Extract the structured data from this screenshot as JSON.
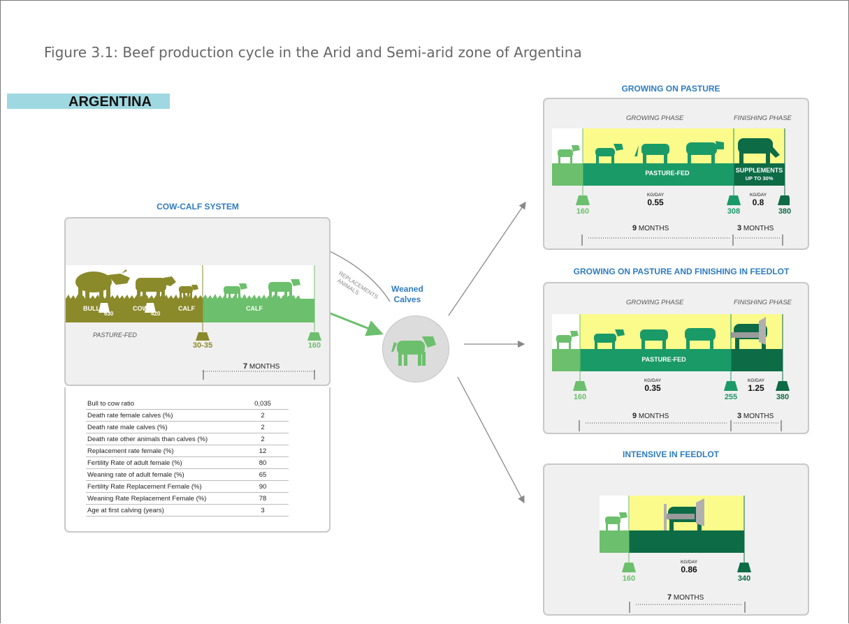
{
  "figure_title": "Figure 3.1: Beef production cycle in the Arid and Semi-arid zone of Argentina",
  "country": "ARGENTINA",
  "cow_calf": {
    "title": "COW-CALF SYSTEM",
    "bull_label": "BULL",
    "bull_weight": "630",
    "cow_label": "COW",
    "cow_weight": "420",
    "calf_label": "CALF",
    "calf_band_label": "CALF",
    "pasture_fed": "PASTURE-FED",
    "birth_weight": "30-35",
    "wean_weight": "160",
    "months_num": "7",
    "months_label": "MONTHS",
    "replacements": "REPLACEMENTS",
    "animals": "ANIMALS"
  },
  "weaned_line1": "Weaned",
  "weaned_line2": "Calves",
  "kg_tag": "KG",
  "kg_day": "KG/DAY",
  "params": [
    {
      "label": "Bull to cow ratio",
      "value": "0,035"
    },
    {
      "label": "Death rate female calves (%)",
      "value": "2"
    },
    {
      "label": "Death rate male calves (%)",
      "value": "2"
    },
    {
      "label": "Death rate other animals than calves (%)",
      "value": "2"
    },
    {
      "label": "Replacement rate female (%)",
      "value": "12"
    },
    {
      "label": "Fertility Rate of adult female (%)",
      "value": "80"
    },
    {
      "label": "Weaning rate of adult female (%)",
      "value": "65"
    },
    {
      "label": "Fertility Rate Replacement Female (%)",
      "value": "90"
    },
    {
      "label": "Weaning Rate Replacement Female (%)",
      "value": "78"
    },
    {
      "label": "Age at first calving (years)",
      "value": "3"
    }
  ],
  "pasture": {
    "title": "GROWING ON PASTURE",
    "growing_phase": "GROWING PHASE",
    "finishing_phase": "FINISHING PHASE",
    "band_label": "PASTURE-FED",
    "supp_line1": "SUPPLEMENTS",
    "supp_line2": "UP TO 30%",
    "gain1": "0.55",
    "gain2": "0.8",
    "w_start": "160",
    "w_mid": "308",
    "w_end": "380",
    "m1_num": "9",
    "m2_num": "3",
    "months_label": "MONTHS"
  },
  "feedlot": {
    "title": "GROWING ON PASTURE AND FINISHING IN FEEDLOT",
    "growing_phase": "GROWING PHASE",
    "finishing_phase": "FINISHING PHASE",
    "band_label": "PASTURE-FED",
    "gain1": "0.35",
    "gain2": "1.25",
    "w_start": "160",
    "w_mid": "255",
    "w_end": "380",
    "m1_num": "9",
    "m2_num": "3",
    "months_label": "MONTHS"
  },
  "intensive": {
    "title": "INTENSIVE IN FEEDLOT",
    "gain": "0.86",
    "w_start": "160",
    "w_end": "340",
    "m_num": "7",
    "months_label": "MONTHS"
  },
  "colors": {
    "olive": "#8b8a2b",
    "light_green": "#6cbf6c",
    "mid_green": "#1a9a67",
    "dark_green": "#0d6b46",
    "yellow": "#fbfb8c",
    "blue_title": "#2e7cc0"
  }
}
